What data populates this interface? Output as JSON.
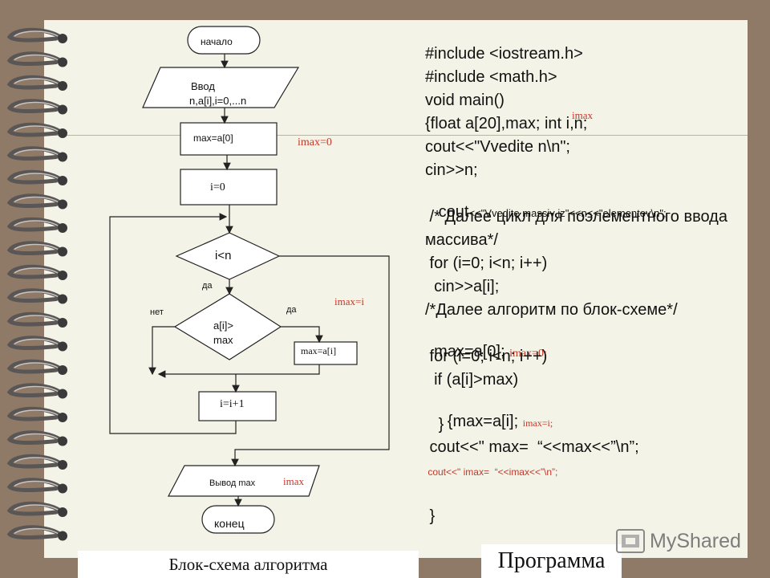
{
  "flowchart": {
    "start": "начало",
    "input_line1": "Ввод",
    "input_line2": "n,a[i],i=0,...n",
    "max_init": "max=a[0]",
    "imax_init": "imax=0",
    "i_init": "i=0",
    "loop_cond": "i<n",
    "yes1": "да",
    "no": "нет",
    "yes2": "да",
    "cmp_line1": "a[i]>",
    "cmp_line2": "max",
    "imax_i": "imax=i",
    "assign": "max=a[i]",
    "increment": "i=i+1",
    "output": "Вывод max",
    "output_imax": "imax",
    "end": "конец"
  },
  "code": {
    "l1": "#include <iostream.h>",
    "l2": "#include <math.h>",
    "l3": "void main()",
    "l4": "{float a[20],max; int i,n;",
    "l4_note": "imax",
    "l5": "cout<<\"Vvedite n\\n\";",
    "l6": "cin>>n;",
    "l7a": " cout",
    "l7b": "<<\"Vvedite massiv iz\"<<n<<\"elementov\\n\";",
    "l8": " /* Далее цикл для поэлементного ввода",
    "l9": "массива*/",
    "l10": " for (i=0; i<n; i++)",
    "l11": "  cin>>a[i];",
    "l12": "/*Далее алгоритм по блок-схеме*/",
    "l13a": "max=a[0]; ",
    "l13b": "imax=0;",
    "l14": " for (i=0; i<n; i++)",
    "l15": "  if (a[i]>max)",
    "l16a": "   {max=a[i]; ",
    "l16b": "imax=i;",
    "l17": "   }",
    "l18": " cout<<\" max=  “<<max<<”\\n”;",
    "l19": " cout<<\" imax=  “<<imax<<”\\n”;",
    "l20": " }"
  },
  "captions": {
    "left": "Блок-схема алгоритма",
    "right": "Программа"
  },
  "watermark": "MyShared",
  "colors": {
    "background": "#8f7a68",
    "paper": "#f4f3e7",
    "annotation_red": "#c0392b"
  },
  "icons": [
    "spiral-binding-rings",
    "myshared-logo-icon"
  ]
}
